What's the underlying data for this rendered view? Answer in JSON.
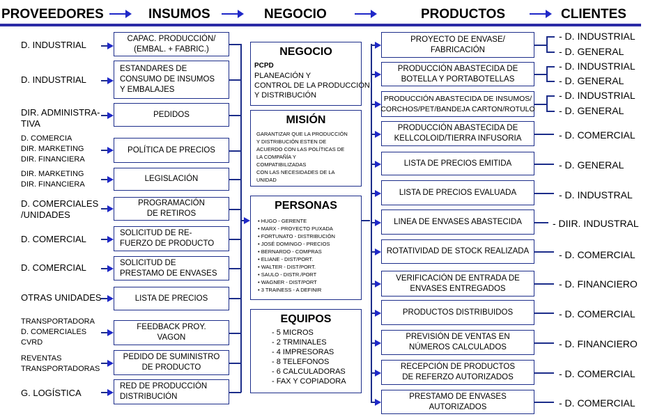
{
  "headers": [
    "PROVEEDORES",
    "INSUMOS",
    "NEGOCIO",
    "PRODUCTOS",
    "CLIENTES"
  ],
  "proveedores": [
    "D. INDUSTRIAL",
    "D. INDUSTRIAL",
    "DIR. ADMINISTRA-\nTIVA",
    "D. COMERCIA\nDIR. MARKETING\nDIR. FINANCIERA",
    "DIR. MARKETING\nDIR. FINANCIERA",
    "D. COMERCIALES\n/UNIDADES",
    "D. COMERCIAL",
    "D. COMERCIAL",
    "OTRAS UNIDADES",
    "TRANSPORTADORA\nD. COMERCIALES\nCVRD",
    "REVENTAS\nTRANSPORTADORAS",
    "G. LOGÍSTICA"
  ],
  "insumos": [
    "CAPAC. PRODUCCIÓN/\n(EMBAL. + FABRIC.)",
    "ESTANDARES DE\nCONSUMO DE INSUMOS\nY EMBALAJES",
    "PEDIDOS",
    "POLÍTICA DE PRECIOS",
    "LEGISLACIÓN",
    "PROGRAMACIÓN\nDE RETIROS",
    "SOLICITUD DE RE-\nFUERZO DE PRODUCTO",
    "SOLICITUD DE\nPRESTAMO DE ENVASES",
    "LISTA DE PRECIOS",
    "FEEDBACK PROY.\nVAGON",
    "PEDIDO DE SUMINISTRO\nDE PRODUCTO",
    "RED DE PRODUCCIÓN\nDISTRIBUCIÓN"
  ],
  "negocio": {
    "title": "NEGOCIO",
    "line1": "PCPD",
    "text": "PLANEACIÓN Y\nCONTROL DE LA PRODUCCIÓN\nY DISTRIBUCIÓN"
  },
  "mision": {
    "title": "MISIÓN",
    "text": "GARANTIZAR QUE LA PRODUCCIÓN\nY DISTRIBUCIÓN ESTEN DE\nACUERDO CON LAS POLÍTICAS DE\nLA COMPAÑÍA Y\nCOMPATIBILIZADAS\nCON LAS NECESIDADES DE LA\nUNIDAD"
  },
  "personas": {
    "title": "PERSONAS",
    "items": [
      "• HUGO - GERENTE",
      "• MARX - PROYECTO PUXADA",
      "• FORTUNATO - DISTRIBUCIÓN",
      "• JOSÉ DOMINGO - PRECIOS",
      "• BERNARDO - COMPRAS",
      "• ELIANE - DIST/PORT.",
      "• WALTER - DIST/PORT.",
      "• SAULO - DISTR./PORT",
      "• WAGNER - DIST/PORT",
      "• 3 TRAINESS - A DEFINIR"
    ]
  },
  "equipos": {
    "title": "EQUIPOS",
    "items": [
      "- 5 MICROS",
      "- 2 TRMINALES",
      "- 4 IMPRESORAS",
      "- 8 TELEFONOS",
      "- 6 CALCULADORAS",
      "- FAX Y COPIADORA"
    ]
  },
  "productos": [
    "PROYECTO DE ENVASE/\nFABRICACIÓN",
    "PRODUCCIÓN ABASTECIDA DE\nBOTELLA Y PORTABOTELLAS",
    "PRODUCCIÓN ABASTECIDA DE INSUMOS/\nCORCHOS/PET/BANDEJA CARTON/ROTULO",
    "PRODUCCIÓN ABASTECIDA DE\nKELLCOLOID/TIERRA INFUSORIA",
    "LISTA DE PRECIOS EMITIDA",
    "LISTA DE PRECIOS EVALUADA",
    "LINEA DE ENVASES ABASTECIDA",
    "ROTATIVIDAD DE STOCK REALIZADA",
    "VERIFICACIÓN DE ENTRADA DE\nENVASES ENTREGADOS",
    "PRODUCTOS DISTRIBUIDOS",
    "PREVISIÓN DE VENTAS EN\nNÚMEROS CALCULADOS",
    "RECEPCIÓN DE PRODUCTOS\nDE REFERZO AUTORIZADOS",
    "PRESTAMO DE ENVASES\nAUTORIZADOS"
  ],
  "clientes": [
    "- D. INDUSTRIAL",
    "- D. GENERAL",
    "- D. INDUSTRIAL",
    "- D. GENERAL",
    "- D. INDUSTRIAL",
    "- D. GENERAL",
    "- D. COMERCIAL",
    "- D. GENERAL",
    "- D. INDUSTRAL",
    "- DIIR. INDUSTRAL",
    "- D. COMERCIAL",
    "- D. FINANCIERO",
    "- D. COMERCIAL",
    "- D. FINANCIERO",
    "- D. COMERCIAL",
    "- D. COMERCIAL"
  ]
}
